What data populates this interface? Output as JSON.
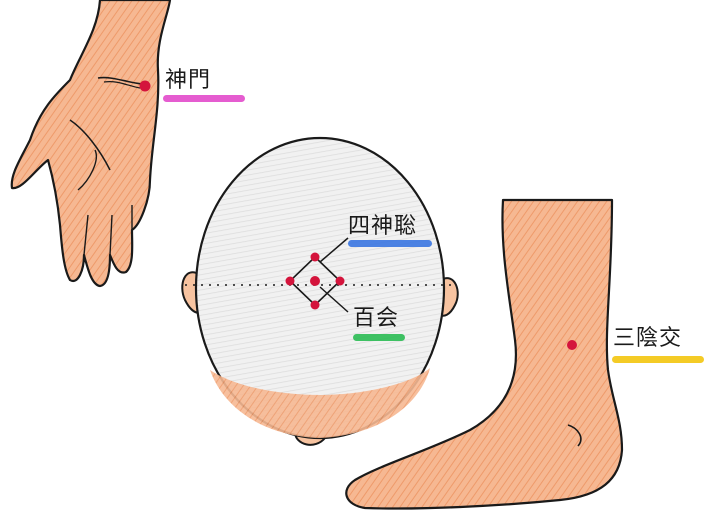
{
  "points": {
    "shenmen": {
      "label": "神門",
      "highlight": "#e040c8"
    },
    "sishencong": {
      "label": "四神聡",
      "highlight": "#2f6fe0"
    },
    "baihui": {
      "label": "百会",
      "highlight": "#1fb84a"
    },
    "sanyinjiao": {
      "label": "三陰交",
      "highlight": "#f2c200"
    }
  },
  "colors": {
    "skin": "#f2a477",
    "skin_light": "#f7c3a0",
    "outline": "#1a1a1a",
    "point": "#d4143c",
    "scalp": "#ececec"
  }
}
